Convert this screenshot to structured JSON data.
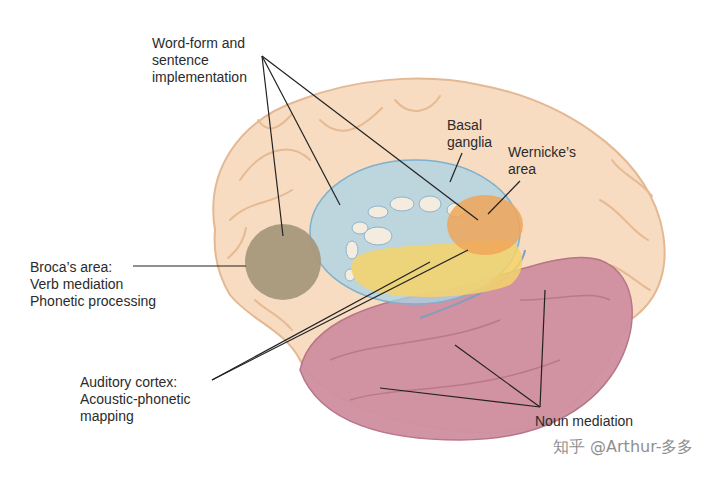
{
  "diagram": {
    "labels": [
      "Word-form and sentence implementation",
      "Basal ganglia",
      "Wernicke’s area",
      "Broca’s area:",
      "Verb mediation",
      "Phonetic processing",
      "Auditory cortex:",
      "Acoustic-phonetic mapping",
      "Noun mediation",
      "知乎 @Arthur-多多"
    ]
  }
}
